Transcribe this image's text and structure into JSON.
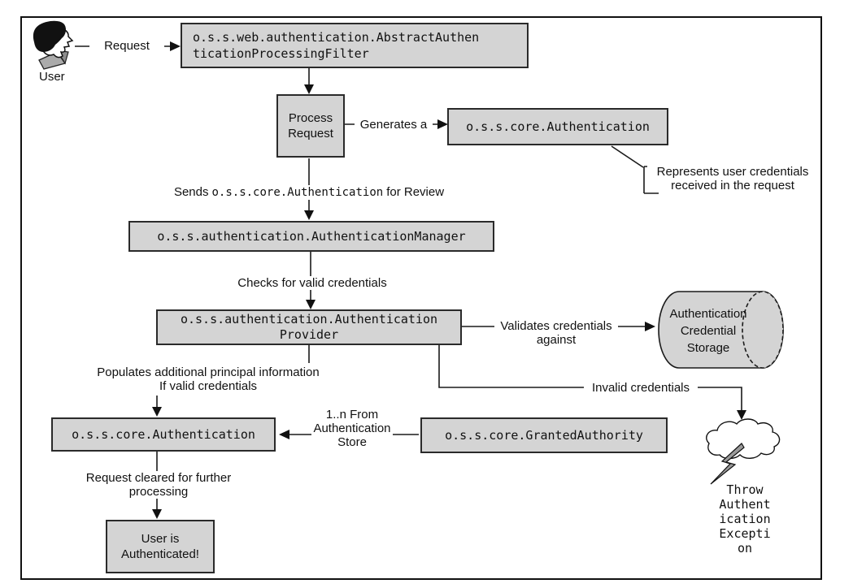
{
  "user": {
    "label": "User"
  },
  "nodes": {
    "filter": {
      "line1": "o.s.s.web.authentication.AbstractAuthen",
      "line2": "ticationProcessingFilter"
    },
    "process": {
      "line1": "Process",
      "line2": "Request"
    },
    "authentication_top": {
      "label": "o.s.s.core.Authentication"
    },
    "manager": {
      "label": "o.s.s.authentication.AuthenticationManager"
    },
    "provider": {
      "line1": "o.s.s.authentication.Authentication",
      "line2": "Provider"
    },
    "storage": {
      "line1": "Authentication",
      "line2": "Credential",
      "line3": "Storage"
    },
    "authentication_result": {
      "label": "o.s.s.core.Authentication"
    },
    "granted_authority": {
      "label": "o.s.s.core.GrantedAuthority"
    },
    "authenticated": {
      "line1": "User is",
      "line2": "Authenticated!"
    },
    "exception": {
      "line1": "Throw",
      "line2": "Authent",
      "line3": "ication",
      "line4": "Excepti",
      "line5": "on"
    }
  },
  "edges": {
    "request": {
      "label": "Request"
    },
    "generates": {
      "label": "Generates a"
    },
    "sends": {
      "prefix": "Sends",
      "code": "o.s.s.core.Authentication",
      "suffix": "for Review"
    },
    "checks": {
      "label": "Checks for valid credentials"
    },
    "validates": {
      "line1": "Validates credentials",
      "line2": "against"
    },
    "populates": {
      "line1": "Populates additional principal information",
      "line2": "If valid credentials"
    },
    "invalid": {
      "label": "Invalid credentials"
    },
    "from_store": {
      "line1": "1..n From",
      "line2": "Authentication",
      "line3": "Store"
    },
    "cleared": {
      "line1": "Request cleared for further",
      "line2": "processing"
    }
  },
  "note": {
    "line1": "Represents user credentials",
    "line2": "received in the request"
  },
  "colors": {
    "box_fill": "#d4d4d4",
    "box_border": "#2a2a2a",
    "line": "#1a1a1a",
    "background": "#ffffff"
  }
}
